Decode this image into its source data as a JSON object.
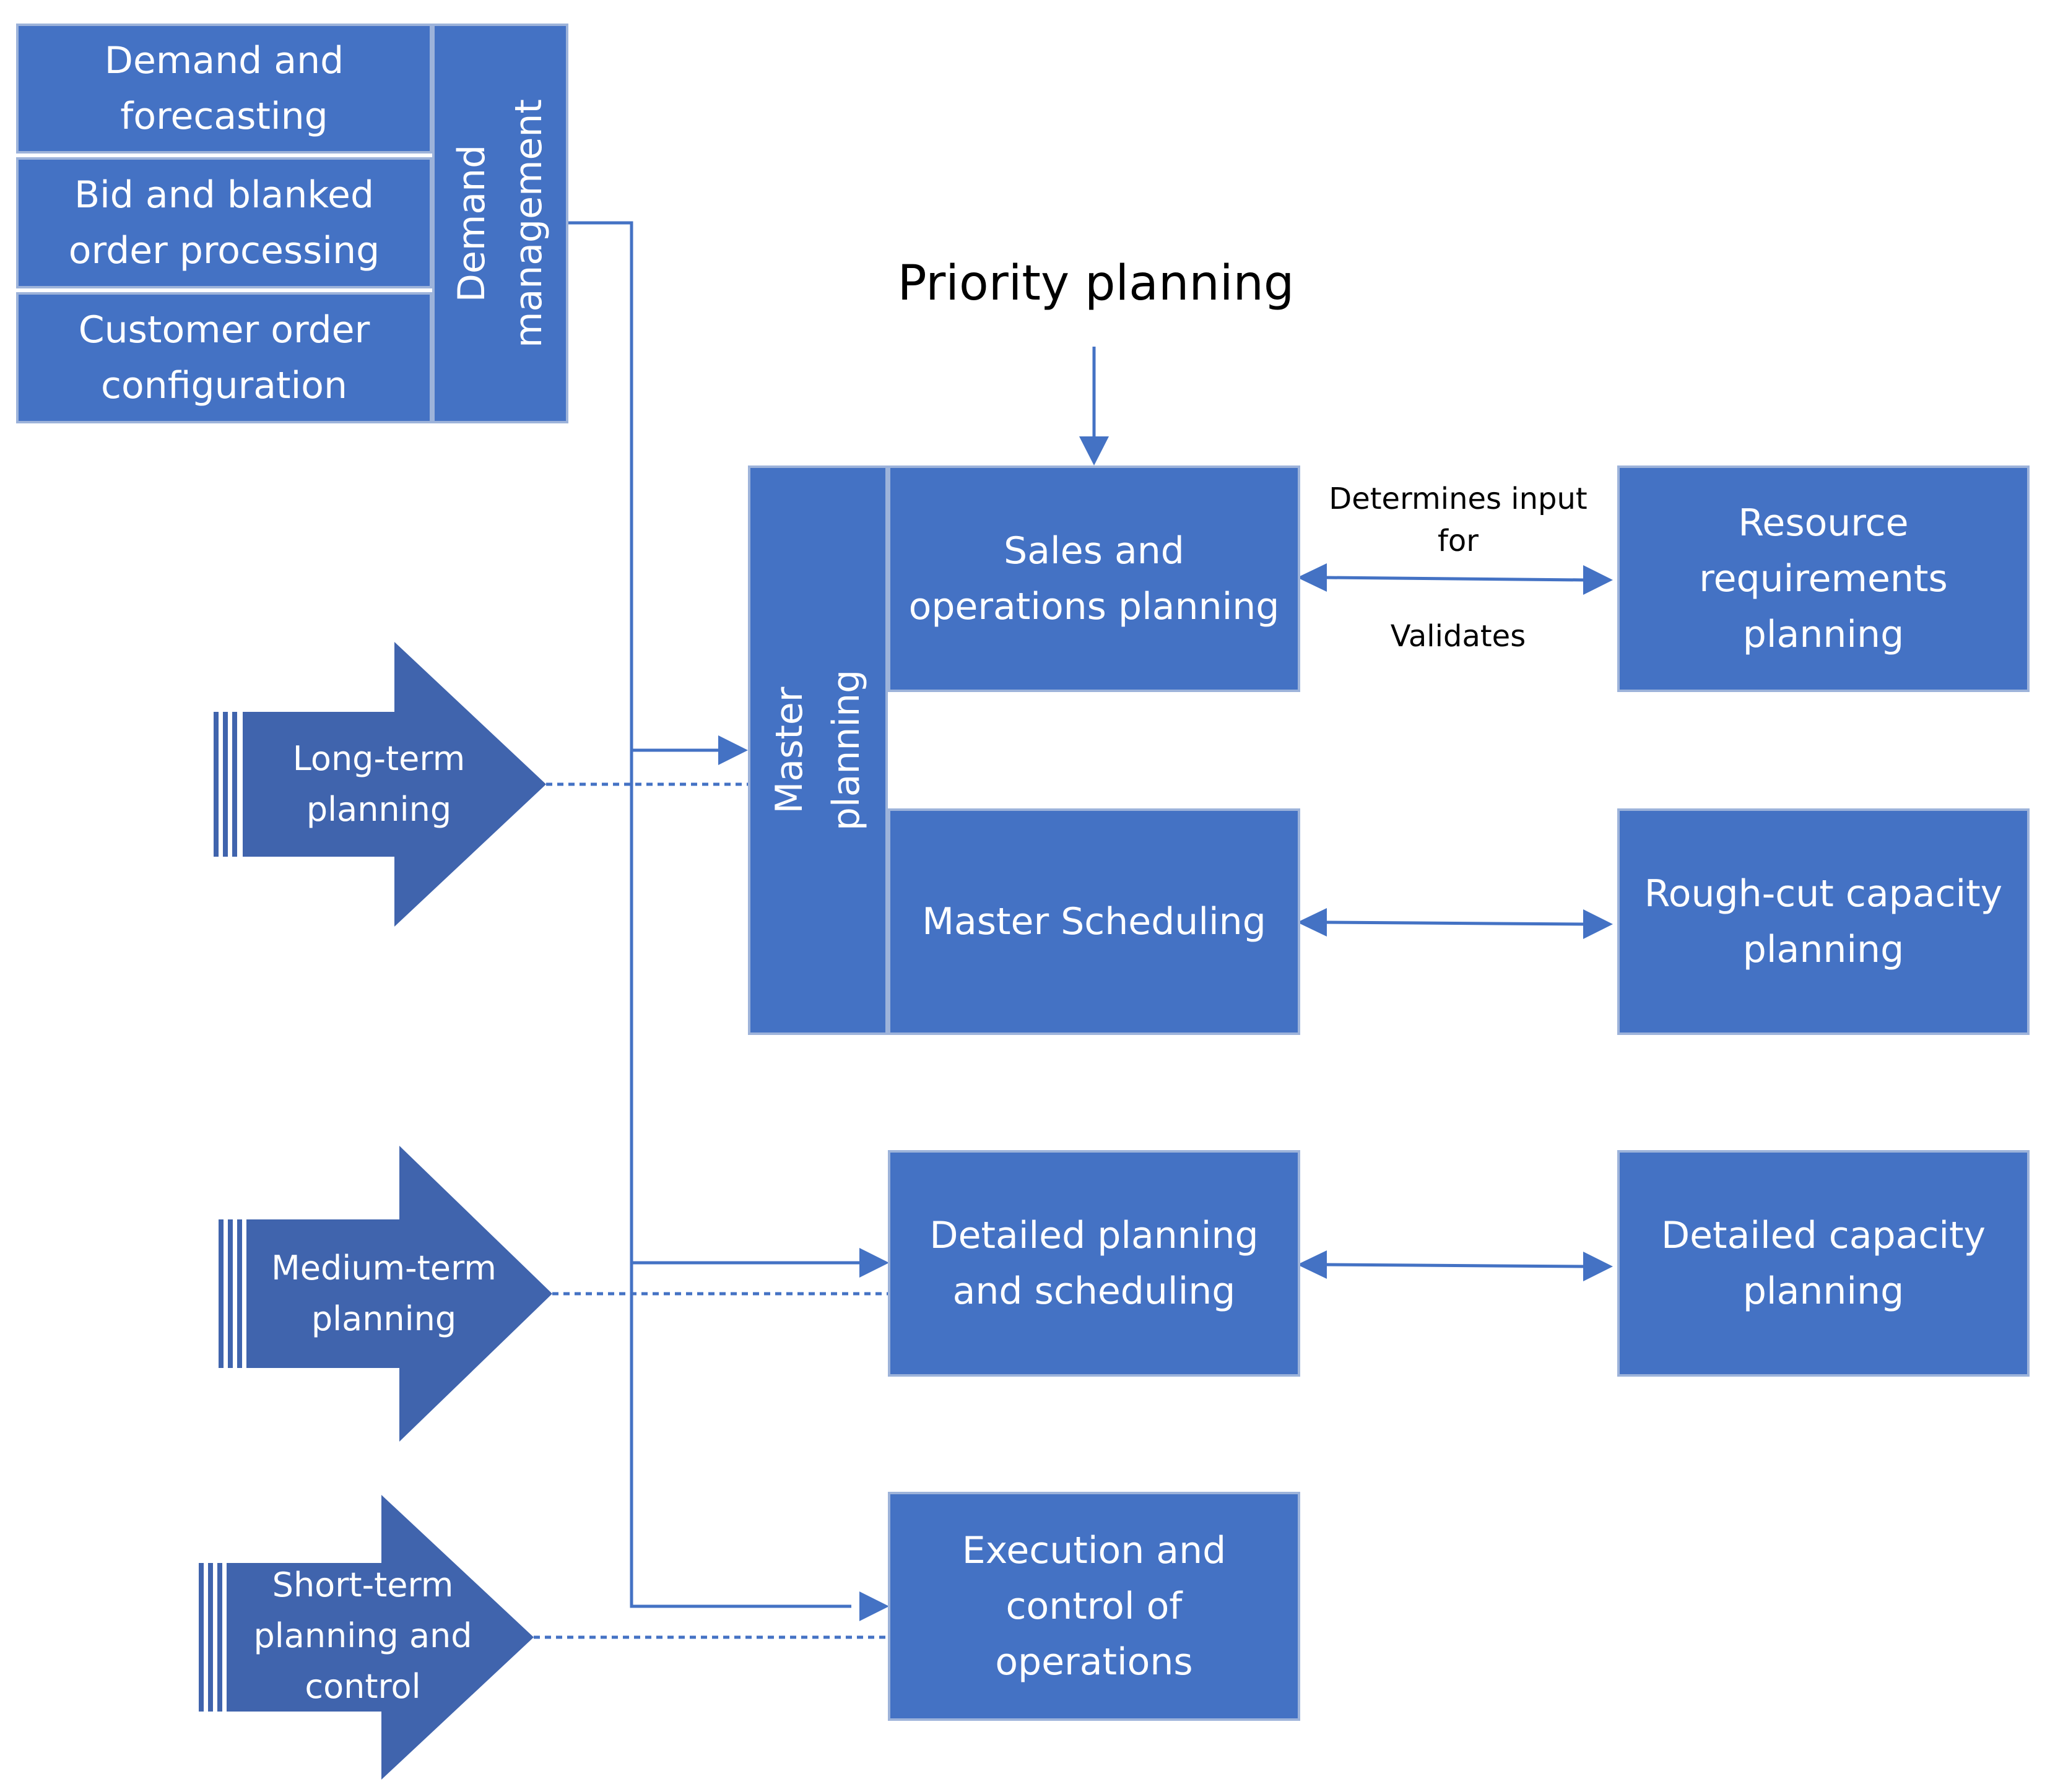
{
  "title": "Priority planning",
  "colors": {
    "box_fill": "#4472C4",
    "box_border": "#9DB3DA",
    "arrow_fill": "#4064AD",
    "line": "#4472C4",
    "text_on_box": "#FFFFFF"
  },
  "demand": {
    "items": [
      "Demand and\nforecasting",
      "Bid and blanked\norder processing",
      "Customer order\nconfiguration"
    ],
    "group_label": "Demand\nmanagement"
  },
  "master_planning_label": "Master planning",
  "planning_boxes": {
    "sop": "Sales and\noperations planning",
    "master_scheduling": "Master Scheduling",
    "detailed_planning": "Detailed planning\nand scheduling",
    "execution": "Execution and\ncontrol of\noperations"
  },
  "capacity_boxes": {
    "resource": "Resource\nrequirements\nplanning",
    "rough_cut": "Rough-cut capacity\nplanning",
    "detailed_capacity": "Detailed capacity\nplanning"
  },
  "relation_labels": {
    "determines": "Determines input\nfor",
    "validates": "Validates"
  },
  "horizons": {
    "long": "Long-term\nplanning",
    "medium": "Medium-term\nplanning",
    "short": "Short-term\nplanning and\ncontrol"
  }
}
